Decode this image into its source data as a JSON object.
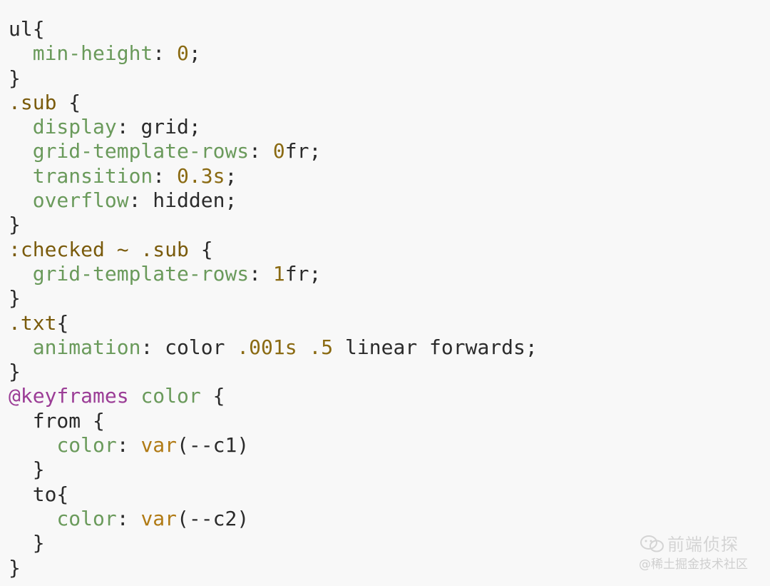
{
  "code": {
    "lines": [
      [
        {
          "t": "ul{",
          "c": "plain"
        }
      ],
      [
        {
          "t": "  ",
          "c": "plain"
        },
        {
          "t": "min-height",
          "c": "prop"
        },
        {
          "t": ": ",
          "c": "punct"
        },
        {
          "t": "0",
          "c": "num"
        },
        {
          "t": ";",
          "c": "punct"
        }
      ],
      [
        {
          "t": "}",
          "c": "plain"
        }
      ],
      [
        {
          "t": ".sub",
          "c": "selector"
        },
        {
          "t": " {",
          "c": "plain"
        }
      ],
      [
        {
          "t": "  ",
          "c": "plain"
        },
        {
          "t": "display",
          "c": "prop"
        },
        {
          "t": ": grid;",
          "c": "punct"
        }
      ],
      [
        {
          "t": "  ",
          "c": "plain"
        },
        {
          "t": "grid-template-rows",
          "c": "prop"
        },
        {
          "t": ": ",
          "c": "punct"
        },
        {
          "t": "0",
          "c": "num"
        },
        {
          "t": "fr;",
          "c": "punct"
        }
      ],
      [
        {
          "t": "  ",
          "c": "plain"
        },
        {
          "t": "transition",
          "c": "prop"
        },
        {
          "t": ": ",
          "c": "punct"
        },
        {
          "t": "0.3s",
          "c": "num"
        },
        {
          "t": ";",
          "c": "punct"
        }
      ],
      [
        {
          "t": "  ",
          "c": "plain"
        },
        {
          "t": "overflow",
          "c": "prop"
        },
        {
          "t": ": hidden;",
          "c": "punct"
        }
      ],
      [
        {
          "t": "}",
          "c": "plain"
        }
      ],
      [
        {
          "t": ":checked ~ .sub",
          "c": "selector"
        },
        {
          "t": " {",
          "c": "plain"
        }
      ],
      [
        {
          "t": "  ",
          "c": "plain"
        },
        {
          "t": "grid-template-rows",
          "c": "prop"
        },
        {
          "t": ": ",
          "c": "punct"
        },
        {
          "t": "1",
          "c": "num"
        },
        {
          "t": "fr;",
          "c": "punct"
        }
      ],
      [
        {
          "t": "}",
          "c": "plain"
        }
      ],
      [
        {
          "t": ".txt",
          "c": "selector"
        },
        {
          "t": "{",
          "c": "plain"
        }
      ],
      [
        {
          "t": "  ",
          "c": "plain"
        },
        {
          "t": "animation",
          "c": "prop"
        },
        {
          "t": ": color ",
          "c": "punct"
        },
        {
          "t": ".001s",
          "c": "num"
        },
        {
          "t": " ",
          "c": "punct"
        },
        {
          "t": ".5",
          "c": "num"
        },
        {
          "t": " linear forwards;",
          "c": "punct"
        }
      ],
      [
        {
          "t": "}",
          "c": "plain"
        }
      ],
      [
        {
          "t": "@keyframes",
          "c": "at"
        },
        {
          "t": " ",
          "c": "plain"
        },
        {
          "t": "color",
          "c": "kfname"
        },
        {
          "t": " {",
          "c": "plain"
        }
      ],
      [
        {
          "t": "  from {",
          "c": "plain"
        }
      ],
      [
        {
          "t": "    ",
          "c": "plain"
        },
        {
          "t": "color",
          "c": "prop"
        },
        {
          "t": ": ",
          "c": "punct"
        },
        {
          "t": "var",
          "c": "fn"
        },
        {
          "t": "(--c1)",
          "c": "punct"
        }
      ],
      [
        {
          "t": "  }",
          "c": "plain"
        }
      ],
      [
        {
          "t": "  to{",
          "c": "plain"
        }
      ],
      [
        {
          "t": "    ",
          "c": "plain"
        },
        {
          "t": "color",
          "c": "prop"
        },
        {
          "t": ": ",
          "c": "punct"
        },
        {
          "t": "var",
          "c": "fn"
        },
        {
          "t": "(--c2)",
          "c": "punct"
        }
      ],
      [
        {
          "t": "  }",
          "c": "plain"
        }
      ],
      [
        {
          "t": "}",
          "c": "plain"
        }
      ]
    ]
  },
  "watermark": {
    "icon": "wechat-icon",
    "title": "前端侦探",
    "subtitle": "@稀土掘金技术社区"
  },
  "colors": {
    "background": "#f8f8f8",
    "property": "#6a9a5b",
    "selector": "#7a5b0c",
    "number": "#8a6a12",
    "at_rule": "#9b3d96",
    "function": "#b07a14",
    "text": "#2b2b2b"
  }
}
